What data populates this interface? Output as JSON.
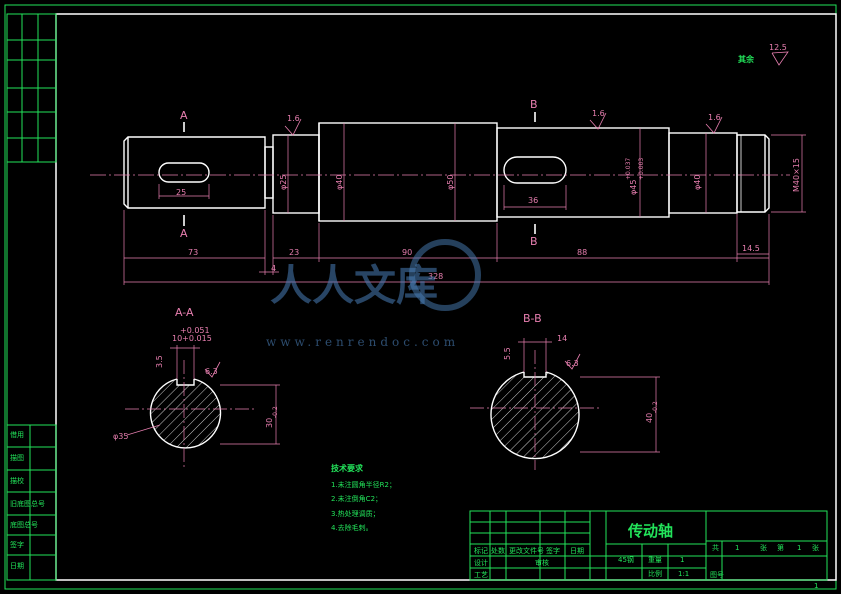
{
  "part_title": "传动轴",
  "roughness": {
    "general_label": "其余",
    "general_value": "12.5",
    "values": [
      "1.6",
      "1.6",
      "1.6"
    ]
  },
  "section_labels": {
    "a": "A",
    "b": "B",
    "aa": "A-A",
    "bb": "B-B"
  },
  "diameters": [
    "φ25",
    "φ40",
    "φ50",
    "φ45",
    "φ40",
    "M40×15"
  ],
  "tolerance_phi45": [
    "+0.037",
    "+0.003"
  ],
  "lengths": {
    "key1": "25",
    "key2": "36",
    "seg1": "73",
    "seg2": "4",
    "seg3": "23",
    "seg4": "90",
    "seg5": "88",
    "thread": "14.5",
    "total": "328"
  },
  "section_aa": {
    "tol": [
      "+0.051",
      "10+0.015"
    ],
    "depth": "3.5",
    "rough": "6.3",
    "dia": "φ35",
    "dim": "30",
    "dim_tol": "-0.2"
  },
  "section_bb": {
    "width": "14",
    "depth": "5.5",
    "rough": "6.3",
    "dim": "40",
    "dim_tol": "-0.2"
  },
  "tech_req": {
    "title": "技术要求",
    "items": [
      "1.未注圆角半径R2；",
      "2.未注倒角C2；",
      "3.热处理调质；",
      "4.去除毛刺。"
    ]
  },
  "title_block": {
    "material": "45钢",
    "qty_label": "重量",
    "qty": "1",
    "scale_label": "比例",
    "scale": "1:1",
    "sheet": [
      "共",
      "1",
      "张",
      "第",
      "1",
      "张"
    ],
    "cells": [
      "标记",
      "处数",
      "更改文件号",
      "签字",
      "日期",
      "设计",
      "审核",
      "工艺",
      "图号"
    ]
  },
  "left_strip": [
    "借用",
    "描图",
    "描校",
    "旧底图总号",
    "底图总号",
    "签字",
    "日期"
  ],
  "watermark": {
    "cn": "人人文库",
    "url": "www.renrendoc.com"
  },
  "sheet_no": "1"
}
